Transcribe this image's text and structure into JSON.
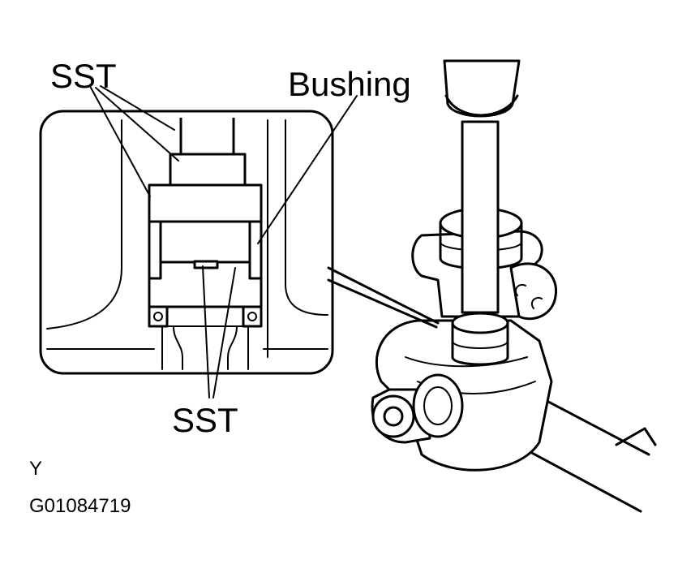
{
  "labels": {
    "sst_top": "SST",
    "bushing": "Bushing",
    "sst_bottom": "SST",
    "corner_code": "Y",
    "figure_id": "G01084719"
  }
}
